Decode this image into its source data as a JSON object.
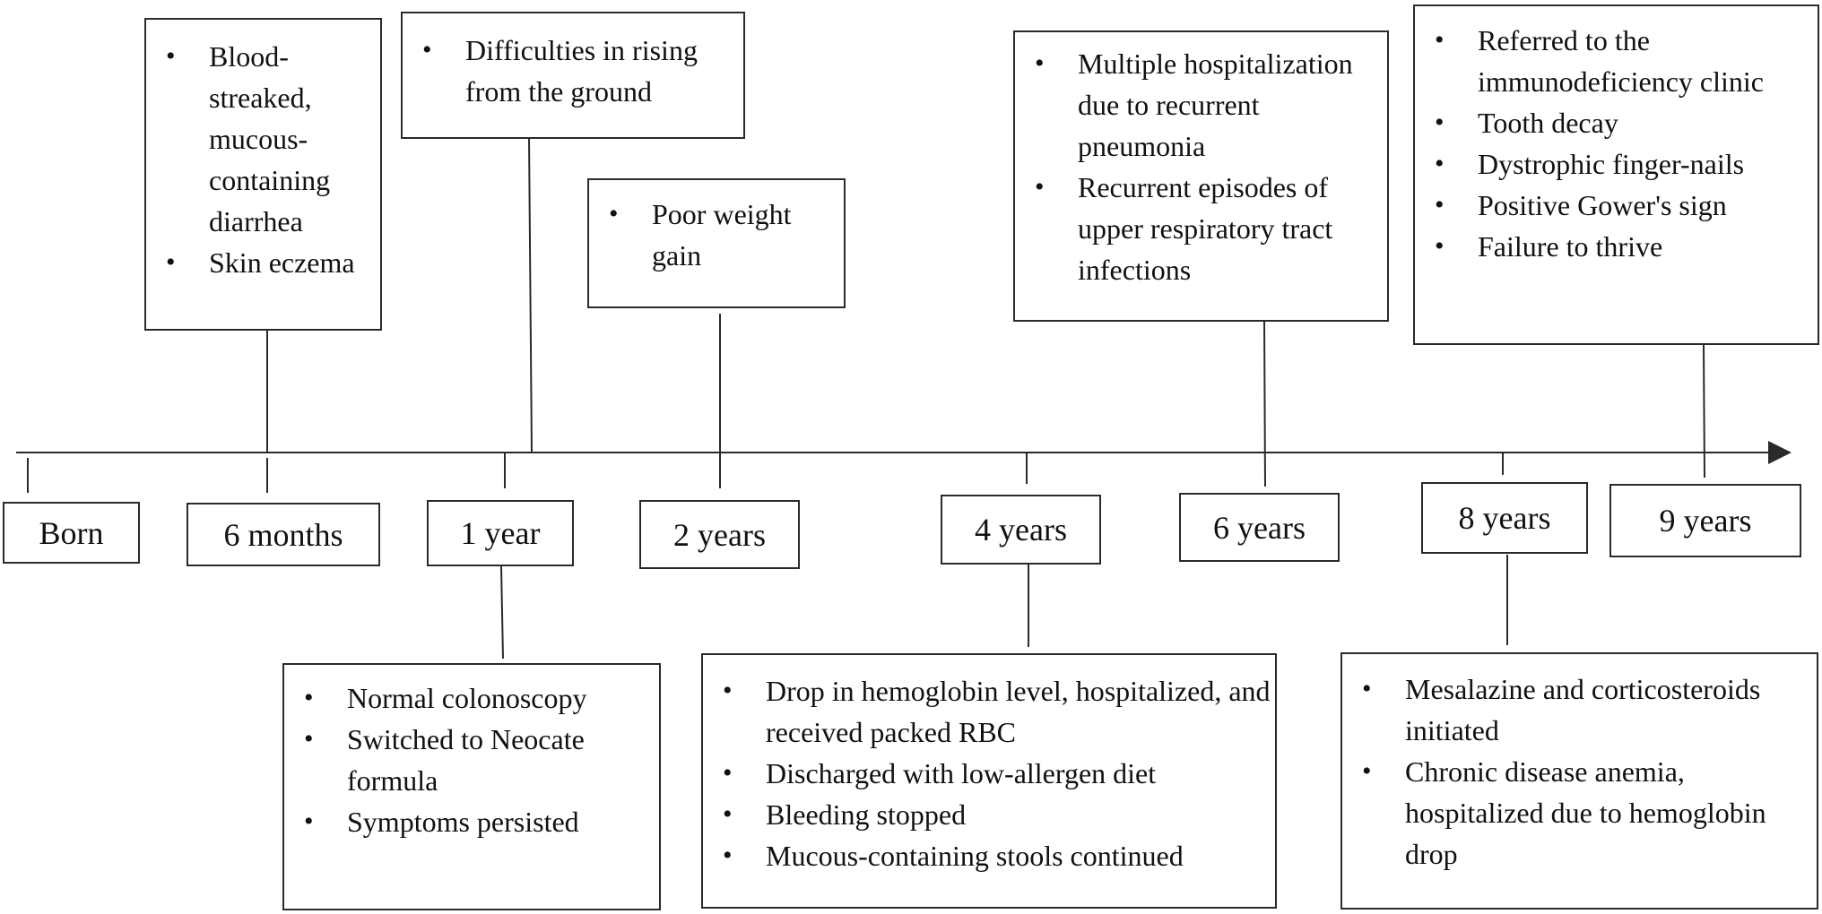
{
  "timeline": {
    "labels": [
      "Born",
      "6 months",
      "1 year",
      "2 years",
      "4 years",
      "6 years",
      "8 years",
      "9 years"
    ]
  },
  "events_above": {
    "six_months": [
      "Blood-streaked, mucous-containing diarrhea",
      "Skin eczema"
    ],
    "one_year": [
      "Difficulties in rising from the ground"
    ],
    "two_years": [
      "Poor weight gain"
    ],
    "six_years": [
      "Multiple hospitalization due to recurrent pneumonia",
      "Recurrent episodes of upper respiratory tract infections"
    ],
    "nine_years": [
      "Referred to the immunodeficiency clinic",
      "Tooth decay",
      "Dystrophic finger-nails",
      "Positive Gower's sign",
      "Failure to thrive"
    ]
  },
  "events_below": {
    "one_year": [
      "Normal colonoscopy",
      "Switched to Neocate formula",
      "Symptoms persisted"
    ],
    "four_years": [
      "Drop in hemoglobin level, hospitalized, and received packed RBC",
      "Discharged with low-allergen diet",
      "Bleeding stopped",
      "Mucous-containing stools continued"
    ],
    "eight_years": [
      "Mesalazine and corticosteroids initiated",
      "Chronic disease anemia, hospitalized due to hemoglobin drop"
    ]
  }
}
